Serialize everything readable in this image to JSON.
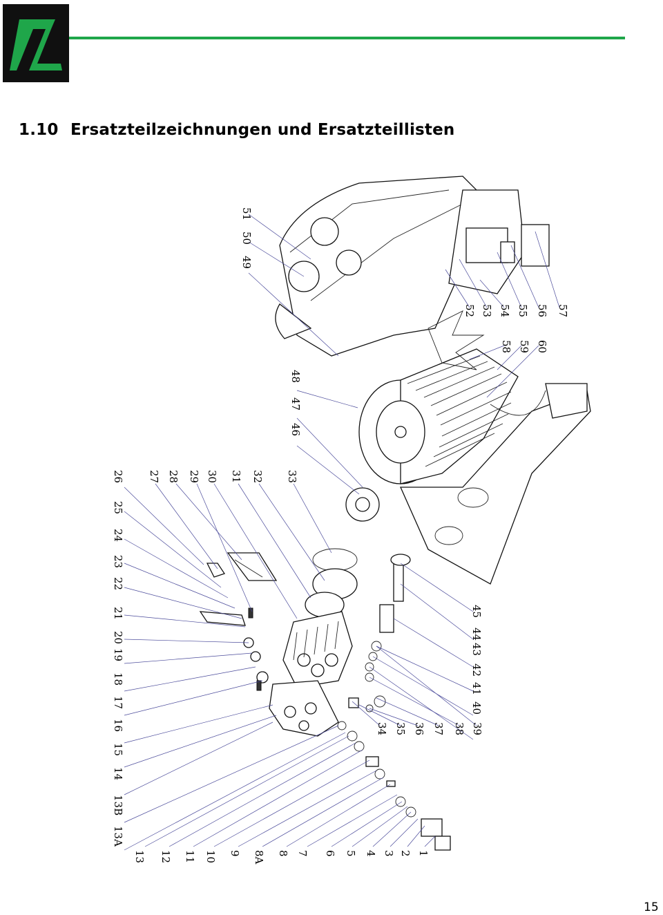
{
  "header": {
    "logo_icon": "zipper-z-logo",
    "logo_color": "#1fa64a",
    "rule_color": "#1fa64a"
  },
  "section": {
    "number": "1.10",
    "title": "Ersatzteilzeichnungen und Ersatzteillisten"
  },
  "diagram": {
    "callouts_left_column": [
      "26",
      "25",
      "24",
      "23",
      "22",
      "21",
      "20",
      "19",
      "18",
      "17",
      "16",
      "15",
      "14",
      "13B",
      "13A"
    ],
    "callouts_bottom_row": [
      "13",
      "12",
      "11",
      "10",
      "9",
      "8A",
      "8",
      "7",
      "6",
      "5",
      "4",
      "3",
      "2",
      "1"
    ],
    "callouts_pump_row": [
      "34",
      "35",
      "36",
      "37",
      "38",
      "39"
    ],
    "callouts_right_column": [
      "45",
      "44",
      "43",
      "42",
      "41",
      "40"
    ],
    "callouts_middle_row": [
      "27",
      "28",
      "29",
      "30",
      "31",
      "32",
      "33"
    ],
    "callouts_motor": [
      "48",
      "47",
      "46"
    ],
    "callouts_top_left": [
      "51",
      "50",
      "49"
    ],
    "callouts_top_right": [
      "52",
      "53",
      "54",
      "55",
      "56",
      "57"
    ],
    "callouts_fan": [
      "58",
      "59",
      "60"
    ]
  },
  "footer": {
    "page_number": "15"
  }
}
